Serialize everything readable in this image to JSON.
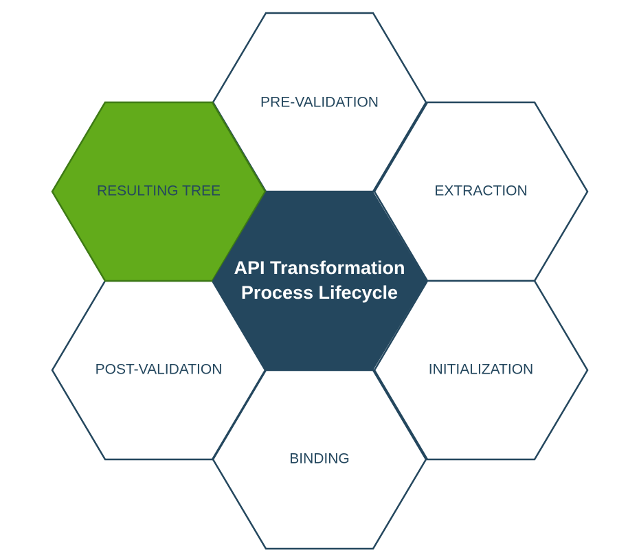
{
  "colors": {
    "dark": "#24475e",
    "highlight": "#62ab1b",
    "highlight_stroke": "#3d7a14",
    "outline_fill": "#ffffff"
  },
  "center": {
    "title_line1": "API Transformation",
    "title_line2": "Process Lifecycle"
  },
  "stages": {
    "pre_validation": "PRE-VALIDATION",
    "extraction": "EXTRACTION",
    "initialization": "INITIALIZATION",
    "binding": "BINDING",
    "post_validation": "POST-VALIDATION",
    "resulting_tree": "RESULTING TREE"
  },
  "highlighted_stage": "RESULTING TREE"
}
